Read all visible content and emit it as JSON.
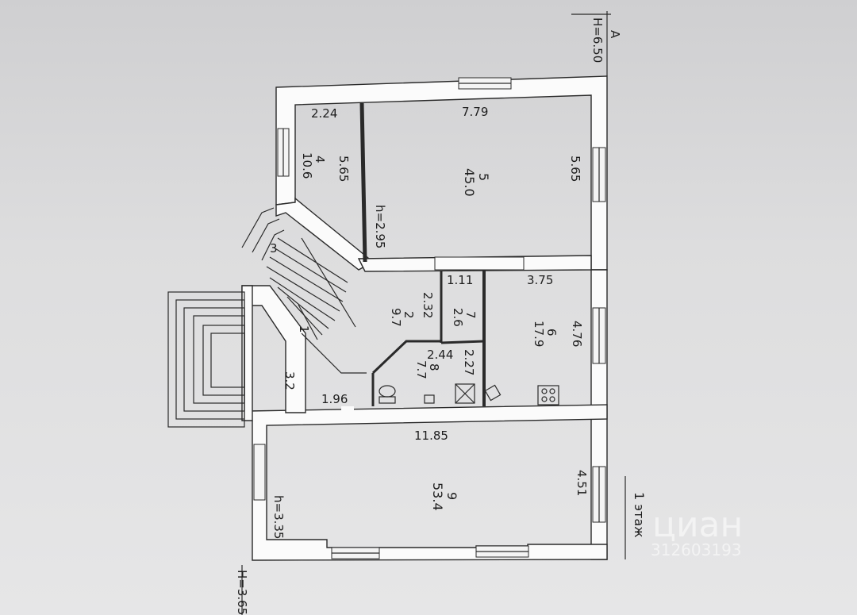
{
  "marks": {
    "h_top": "H=6.50",
    "axis_a": "A",
    "h_bottom": "H=3.65",
    "floor_label": "1 этаж"
  },
  "dimensions": {
    "d_2_24": "2.24",
    "d_7_79": "7.79",
    "d_5_65_left": "5.65",
    "d_5_65_right": "5.65",
    "h_2_95": "h=2.95",
    "d_1_11": "1.11",
    "d_3_75": "3.75",
    "d_2_32": "2.32",
    "d_4_76": "4.76",
    "d_2_44": "2.44",
    "d_2_27": "2.27",
    "d_1_96": "1.96",
    "d_11_85": "11.85",
    "d_4_51": "4.51",
    "h_3_35": "h=3.35"
  },
  "rooms": [
    {
      "num": "1",
      "area": "3.2"
    },
    {
      "num": "2",
      "area": "9.7"
    },
    {
      "num": "3",
      "area": ""
    },
    {
      "num": "4",
      "area": "10.6"
    },
    {
      "num": "5",
      "area": "45.0"
    },
    {
      "num": "6",
      "area": "17.9"
    },
    {
      "num": "7",
      "area": "2.6"
    },
    {
      "num": "8",
      "area": "7.7"
    },
    {
      "num": "9",
      "area": "53.4"
    }
  ],
  "watermark": {
    "brand": "циан",
    "id": "312603193"
  }
}
